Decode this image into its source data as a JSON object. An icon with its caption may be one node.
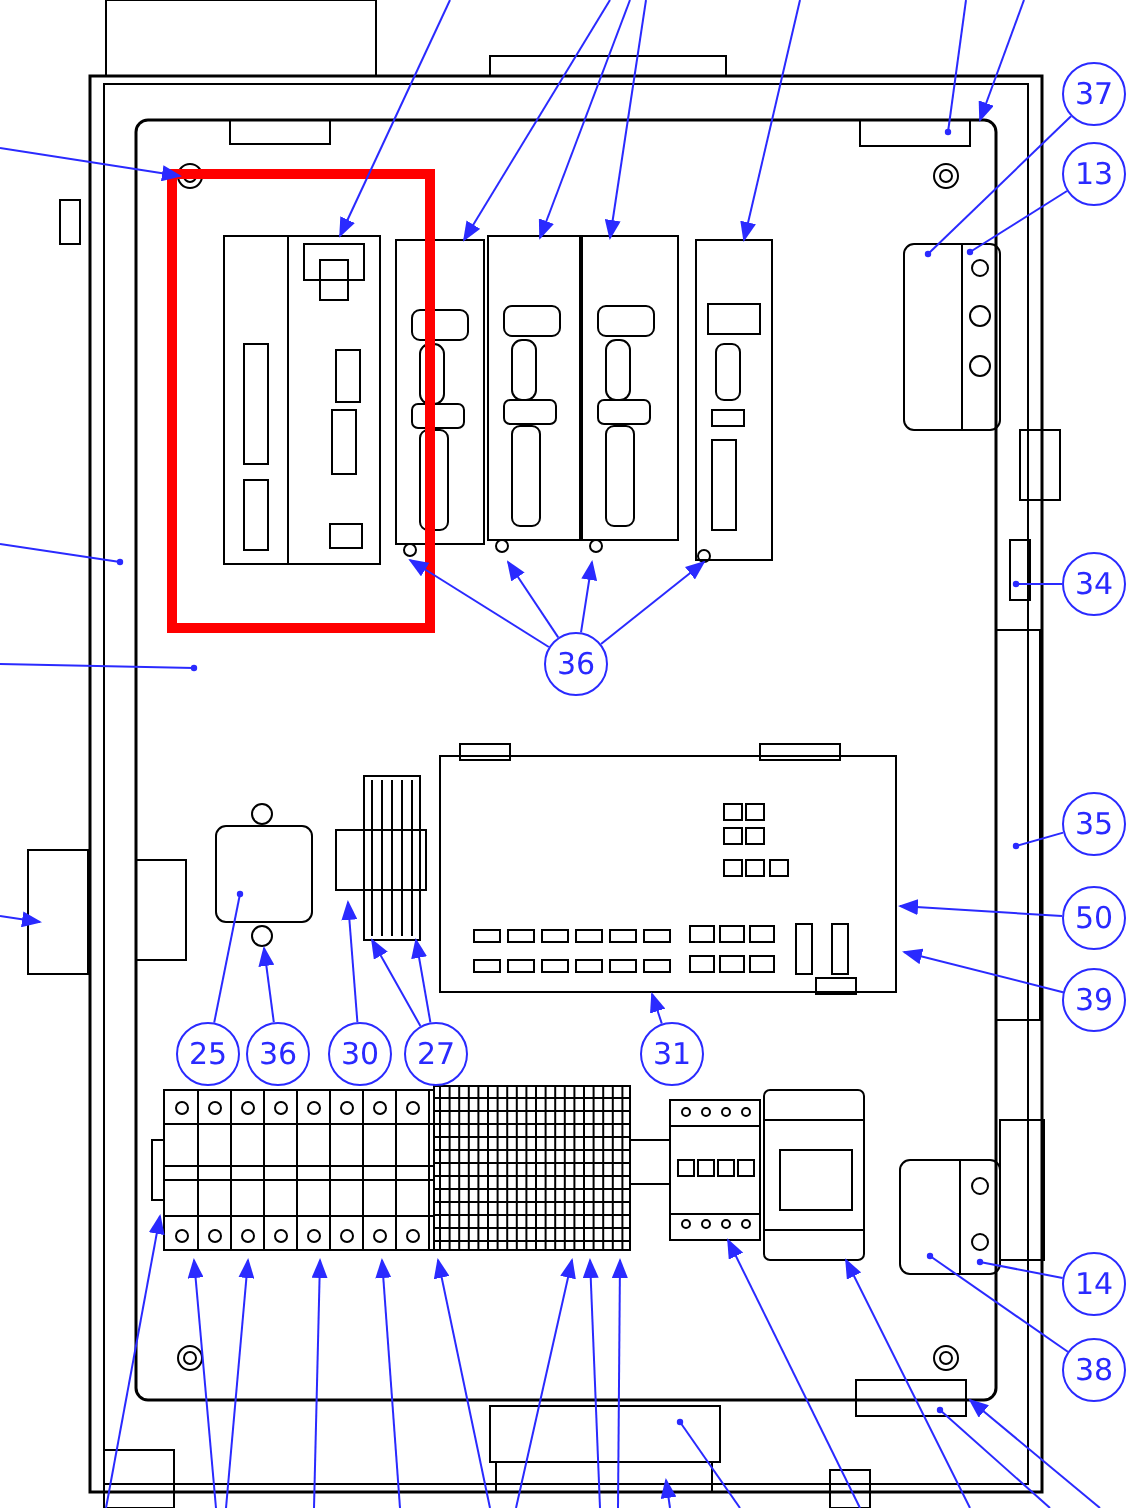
{
  "diagram": {
    "nodes": [
      {
        "text": [
          "37"
        ]
      },
      {
        "text": [
          "13"
        ]
      },
      {
        "text": [
          "34"
        ]
      },
      {
        "text": [
          "36"
        ]
      },
      {
        "text": [
          "35"
        ]
      },
      {
        "text": [
          "50"
        ]
      },
      {
        "text": [
          "39"
        ]
      },
      {
        "text": [
          "25"
        ]
      },
      {
        "text": [
          "36"
        ]
      },
      {
        "text": [
          "30"
        ]
      },
      {
        "text": [
          "27"
        ]
      },
      {
        "text": [
          "31"
        ]
      },
      {
        "text": [
          "14"
        ]
      },
      {
        "text": [
          "38"
        ]
      }
    ],
    "edges": [
      {
        "from": 0,
        "to": null,
        "arrow": "other"
      },
      {
        "from": 1,
        "to": null,
        "arrow": "other"
      },
      {
        "from": 2,
        "to": null,
        "arrow": "other"
      },
      {
        "from": 3,
        "to": null,
        "arrow": "to"
      },
      {
        "from": 3,
        "to": null,
        "arrow": "to"
      },
      {
        "from": 3,
        "to": null,
        "arrow": "to"
      },
      {
        "from": 3,
        "to": null,
        "arrow": "to"
      },
      {
        "from": 4,
        "to": null,
        "arrow": "other"
      },
      {
        "from": 5,
        "to": null,
        "arrow": "to"
      },
      {
        "from": 6,
        "to": null,
        "arrow": "to"
      },
      {
        "from": 7,
        "to": null,
        "arrow": "other"
      },
      {
        "from": 8,
        "to": null,
        "arrow": "to"
      },
      {
        "from": 9,
        "to": null,
        "arrow": "to"
      },
      {
        "from": 10,
        "to": null,
        "arrow": "to"
      },
      {
        "from": 10,
        "to": null,
        "arrow": "to"
      },
      {
        "from": 11,
        "to": null,
        "arrow": "to"
      },
      {
        "from": 12,
        "to": null,
        "arrow": "other"
      },
      {
        "from": 13,
        "to": null,
        "arrow": "other"
      }
    ]
  }
}
